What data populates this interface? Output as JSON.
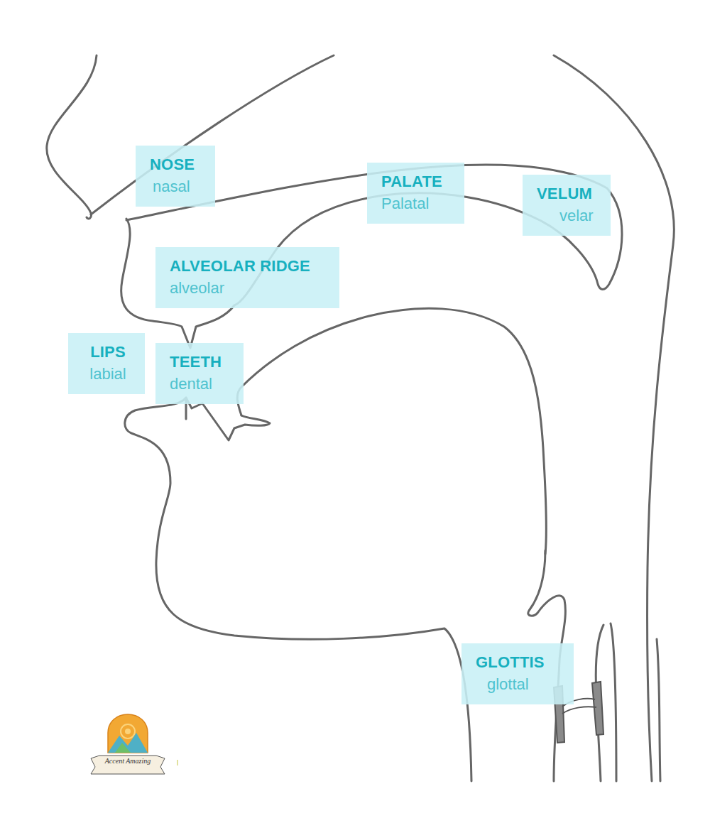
{
  "diagram": {
    "nodes": [
      {
        "text": [
          "NOSE",
          "nasal"
        ]
      },
      {
        "text": [
          "PALATE",
          "Palatal"
        ]
      },
      {
        "text": [
          "VELUM",
          "velar"
        ]
      },
      {
        "text": [
          "ALVEOLAR RIDGE",
          "alveolar"
        ]
      },
      {
        "text": [
          "LIPS",
          "labial"
        ]
      },
      {
        "text": [
          "TEETH",
          "dental"
        ]
      },
      {
        "text": [
          "GLOTTIS",
          "glottal"
        ]
      }
    ],
    "labels": [
      "Accent Amazing"
    ]
  }
}
